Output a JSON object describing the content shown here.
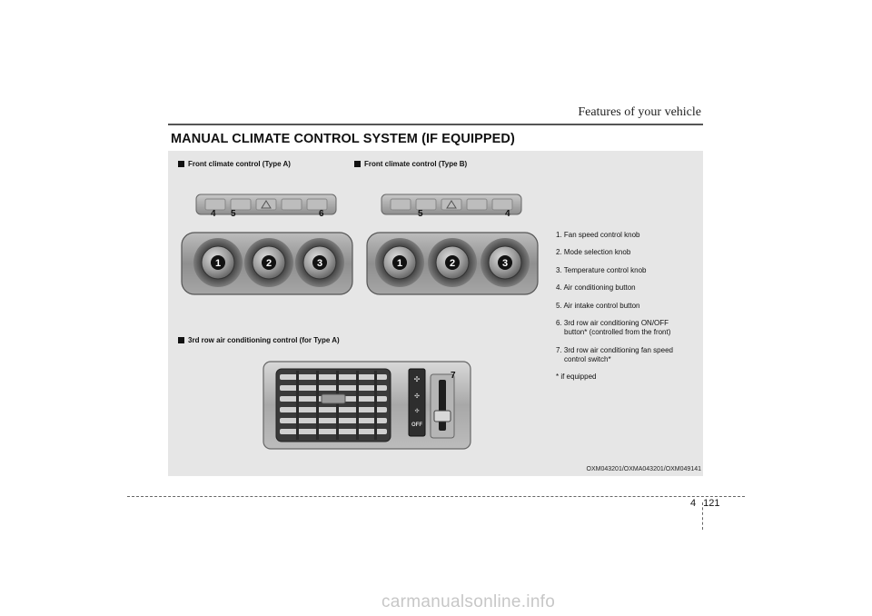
{
  "header": {
    "title": "Features of your vehicle"
  },
  "section": {
    "title": "MANUAL CLIMATE CONTROL SYSTEM (IF EQUIPPED)"
  },
  "figures": {
    "front_a": {
      "caption": "Front climate control (Type A)",
      "labels": [
        "4",
        "5",
        "6"
      ],
      "knobs": [
        "1",
        "2",
        "3"
      ]
    },
    "front_b": {
      "caption": "Front climate control (Type B)",
      "labels": [
        "5",
        "4"
      ],
      "knobs": [
        "1",
        "2",
        "3"
      ]
    },
    "third_row": {
      "caption": "3rd row air conditioning control (for Type A)",
      "label": "7",
      "off_text": "OFF"
    }
  },
  "legend": [
    {
      "text": "1. Fan speed control knob"
    },
    {
      "text": "2. Mode selection knob"
    },
    {
      "text": "3. Temperature control knob"
    },
    {
      "text": "4. Air conditioning button"
    },
    {
      "text": "5. Air intake control button"
    },
    {
      "text": "6. 3rd row air conditioning ON/OFF",
      "cont": "button* (controlled from the front)"
    },
    {
      "text": "7. 3rd row air conditioning fan speed",
      "cont": "control switch*"
    },
    {
      "text": "* if equipped"
    }
  ],
  "ref_code": "OXM043201/OXMA043201/OXM049141",
  "page": {
    "chapter": "4",
    "number": "121"
  },
  "watermark": "carmanualsonline.info"
}
